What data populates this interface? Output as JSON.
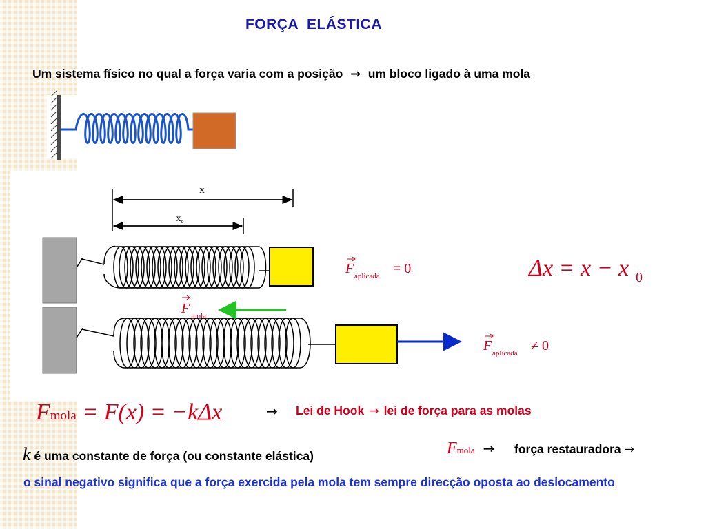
{
  "slide": {
    "title": "FORÇA  ELÁSTICA",
    "intro": "Um sistema físico no qual a força varia com a posição",
    "intro_arrow": "→",
    "intro_tail": "um bloco ligado à uma mola"
  },
  "diagram": {
    "label_x": "x",
    "label_x0": "x",
    "label_x0_sub": "o",
    "eq1_symbol": "F",
    "eq1_sub": "aplicada",
    "eq1_rel": "= 0",
    "eq2_symbol": "F",
    "eq2_sub": "aplicada",
    "eq2_rel": "≠ 0",
    "force_symbol": "F",
    "force_sub": "mola",
    "delta_eq": "Δx = x − x",
    "delta_sub": "0"
  },
  "formula": {
    "F": "F",
    "F_sub": "mola",
    "rest": " = F(x) = −kΔx",
    "arrow": "→"
  },
  "hooke": {
    "part1": "Lei de Hook",
    "arrow": "→",
    "part2": "lei de força para as molas"
  },
  "constant": {
    "symbol": "k",
    "text": "é uma constante de força (ou constante elástica)"
  },
  "restoring": {
    "symbol": "F",
    "sub": "mola",
    "arrow": "→",
    "text": "força restauradora",
    "tail_arrow": "→"
  },
  "note": {
    "text": "o sinal negativo significa que a força exercida pela mola tem sempre direcção oposta ao deslocamento"
  },
  "colors": {
    "title": "#1a1aa8",
    "equation_red": "#d1001c",
    "note_blue": "#1c31d6",
    "block_yellow": "#ffee00",
    "block_orange": "#d06a26",
    "spring_blue": "#1a55c8",
    "force_green": "#22c322",
    "force_blue": "#0a2bcc"
  }
}
